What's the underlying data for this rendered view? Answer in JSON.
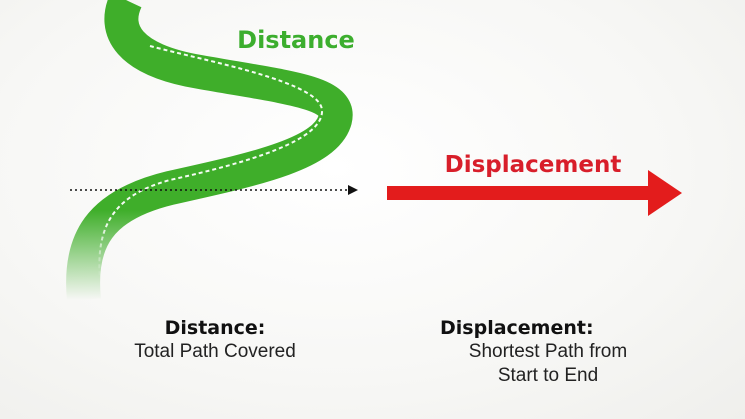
{
  "diagram": {
    "distance_path_label": "Distance",
    "displacement_arrow_label": "Displacement",
    "distance_caption": {
      "title": "Distance:",
      "description": "Total Path Covered"
    },
    "displacement_caption": {
      "title": "Displacement:",
      "description_line1": "Shortest Path from",
      "description_line2": "Start to End"
    }
  },
  "colors": {
    "path_green": "#3fae2a",
    "path_green_dark": "#2e8f1f",
    "label_green": "#3cae2e",
    "arrow_red": "#e31c1c",
    "label_red": "#d81e2a",
    "dotted_line": "#111111"
  }
}
